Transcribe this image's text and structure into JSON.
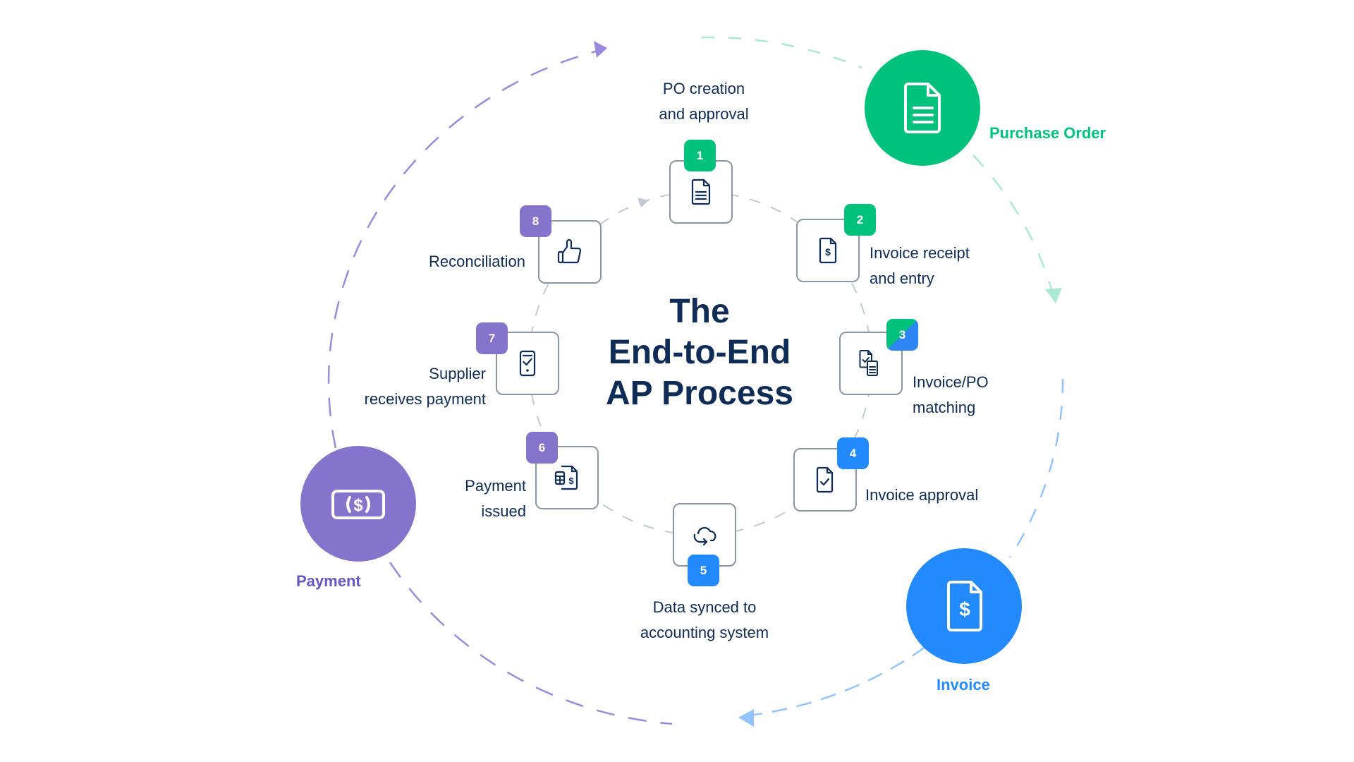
{
  "title": {
    "lines": [
      "The",
      "End-to-End",
      "AP Process"
    ]
  },
  "colors": {
    "navy": "#0E2C55",
    "green": "#00C27C",
    "blue": "#2389FF",
    "purple": "#8574CC",
    "box_border": "#8C95A3"
  },
  "stages": {
    "purchase_order": {
      "label": "Purchase Order",
      "icon": "document-lines-icon",
      "color": "#00C27C"
    },
    "invoice": {
      "label": "Invoice",
      "icon": "invoice-dollar-icon",
      "color": "#2389FF"
    },
    "payment": {
      "label": "Payment",
      "icon": "cash-bill-icon",
      "color": "#8574CC"
    }
  },
  "steps": [
    {
      "number": "1",
      "lines": [
        "PO creation",
        "and approval"
      ],
      "icon": "document-lines-icon",
      "badge": "green"
    },
    {
      "number": "2",
      "lines": [
        "Invoice receipt",
        "and entry"
      ],
      "icon": "invoice-dollar-icon",
      "badge": "green"
    },
    {
      "number": "3",
      "lines": [
        "Invoice/PO",
        "matching"
      ],
      "icon": "document-match-icon",
      "badge": "green-blue"
    },
    {
      "number": "4",
      "lines": [
        "Invoice approval"
      ],
      "icon": "document-check-icon",
      "badge": "blue"
    },
    {
      "number": "5",
      "lines": [
        "Data synced to",
        "accounting system"
      ],
      "icon": "cloud-sync-icon",
      "badge": "blue"
    },
    {
      "number": "6",
      "lines": [
        "Payment",
        "issued"
      ],
      "icon": "calculator-invoice-icon",
      "badge": "purple"
    },
    {
      "number": "7",
      "lines": [
        "Supplier",
        "receives payment"
      ],
      "icon": "phone-check-icon",
      "badge": "purple"
    },
    {
      "number": "8",
      "lines": [
        "Reconciliation"
      ],
      "icon": "thumbs-up-icon",
      "badge": "purple"
    }
  ]
}
